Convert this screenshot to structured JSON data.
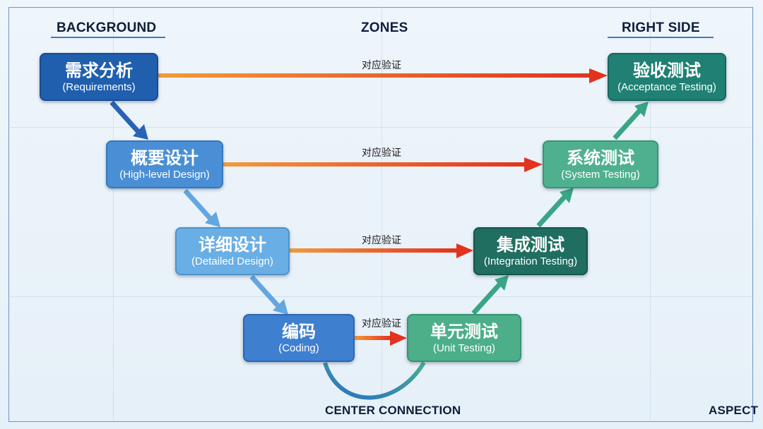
{
  "headers": {
    "left": "BACKGROUND",
    "center": "ZONES",
    "right": "RIGHT SIDE",
    "bottom_center": "CENTER CONNECTION",
    "bottom_right": "ASPECT"
  },
  "left_nodes": [
    {
      "cn": "需求分析",
      "en": "(Requirements)"
    },
    {
      "cn": "概要设计",
      "en": "(High-level Design)"
    },
    {
      "cn": "详细设计",
      "en": "(Detailed Design)"
    },
    {
      "cn": "编码",
      "en": "(Coding)"
    }
  ],
  "right_nodes": [
    {
      "cn": "验收测试",
      "en": "(Acceptance Testing)"
    },
    {
      "cn": "系统测试",
      "en": "(System Testing)"
    },
    {
      "cn": "集成测试",
      "en": "(Integration Testing)"
    },
    {
      "cn": "单元测试",
      "en": "(Unit Testing)"
    }
  ],
  "link_label": "对应验证",
  "colors": {
    "left_fill": [
      "#1f5fae",
      "#4a8fd6",
      "#6aaee6",
      "#3e7fd0"
    ],
    "right_fill": [
      "#1f8073",
      "#4fb08f",
      "#1f6e60",
      "#4caf8a"
    ],
    "arrow_orange": "#f08a35",
    "arrow_red": "#e23a26"
  }
}
